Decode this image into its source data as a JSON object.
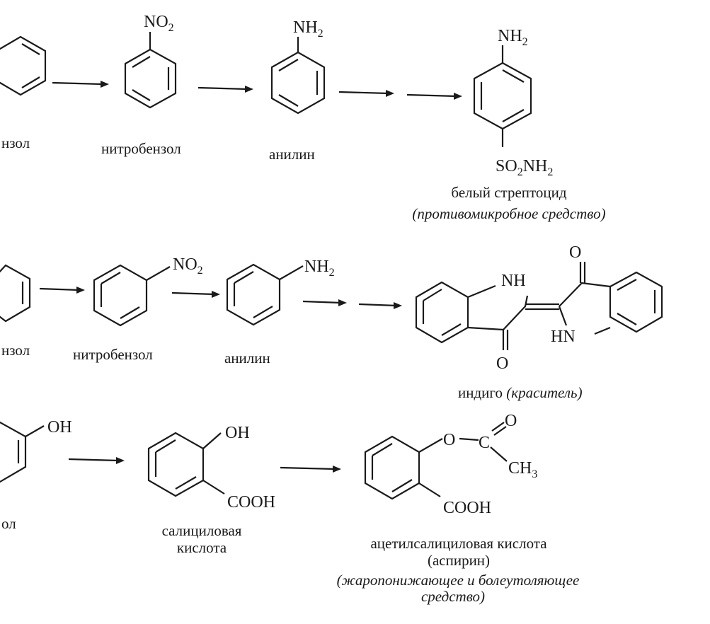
{
  "row1": {
    "benzene_label": "нзол",
    "nitrobenzene": {
      "group": "NO",
      "group_sub": "2",
      "label": "нитробензол"
    },
    "aniline": {
      "group": "NH",
      "group_sub": "2",
      "label": "анилин"
    },
    "streptocide": {
      "top_group": "NH",
      "top_group_sub": "2",
      "bottom_group_a": "SO",
      "bottom_group_sub1": "2",
      "bottom_group_b": "NH",
      "bottom_group_sub2": "2",
      "name": "белый стрептоцид",
      "use": "(противомикробное средство)"
    }
  },
  "row2": {
    "benzene_label": "нзол",
    "nitrobenzene": {
      "group": "NO",
      "group_sub": "2",
      "label": "нитробензол"
    },
    "aniline": {
      "group": "NH",
      "group_sub": "2",
      "label": "анилин"
    },
    "indigo": {
      "nh_top": "NH",
      "nh_bottom": "HN",
      "o_top": "O",
      "o_bottom": "O",
      "name": "индиго",
      "use": "(краситель)"
    }
  },
  "row3": {
    "phenol": {
      "group": "OH",
      "label": "ол"
    },
    "salicylic": {
      "oh": "OH",
      "cooh": "COOH",
      "label_line1": "салициловая",
      "label_line2": "кислота"
    },
    "aspirin": {
      "o": "O",
      "c": "C",
      "o2": "O",
      "ch": "CH",
      "ch_sub": "3",
      "cooh": "COOH",
      "name": "ацетилсалициловая кислота",
      "alt_name": "(аспирин)",
      "use_line1": "(жаропонижающее и болеутоляющее",
      "use_line2": "средство)"
    }
  }
}
